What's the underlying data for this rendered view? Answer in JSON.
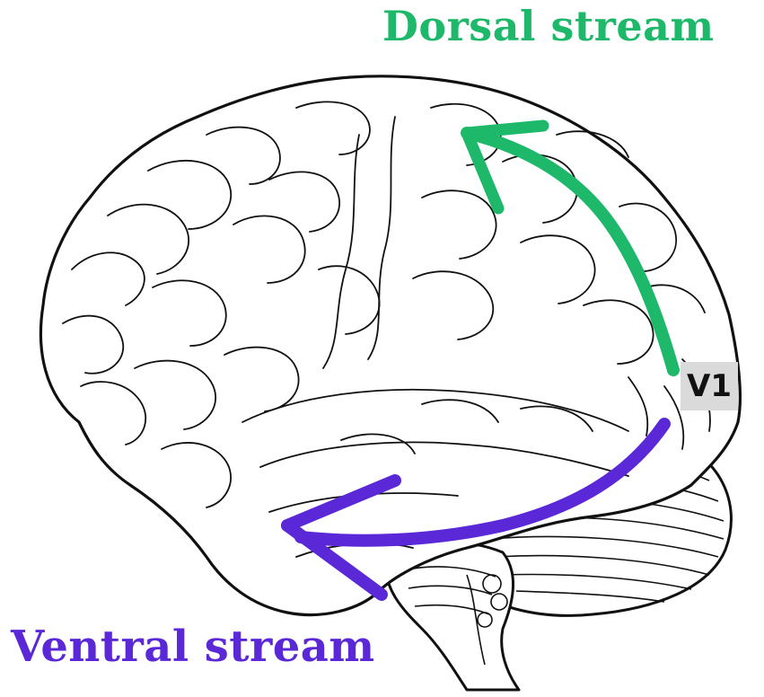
{
  "labels": {
    "dorsal": "Dorsal stream",
    "ventral": "Ventral stream",
    "v1": "V1"
  },
  "colors": {
    "dorsal": "#1db86a",
    "ventral": "#5a28d6",
    "outline": "#111111",
    "v1_box": "#dadada"
  },
  "icons": {
    "brain": "brain-lateral-view-icon"
  }
}
